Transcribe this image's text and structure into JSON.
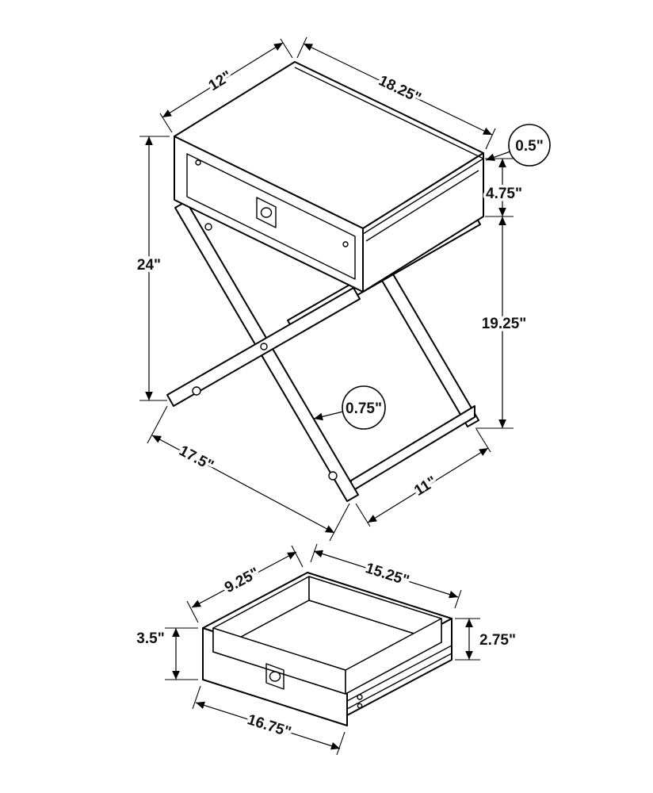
{
  "diagram": {
    "table": {
      "top_depth": "12\"",
      "top_width": "18.25\"",
      "top_thickness": "0.5\"",
      "drawer_box_height": "4.75\"",
      "overall_height": "24\"",
      "leg_height": "19.25\"",
      "leg_thickness": "0.75\"",
      "base_depth": "17.5\"",
      "base_width": "11\""
    },
    "drawer": {
      "inner_depth": "9.25\"",
      "inner_width": "15.25\"",
      "front_height": "3.5\"",
      "side_height": "2.75\"",
      "outer_width": "16.75\""
    }
  }
}
